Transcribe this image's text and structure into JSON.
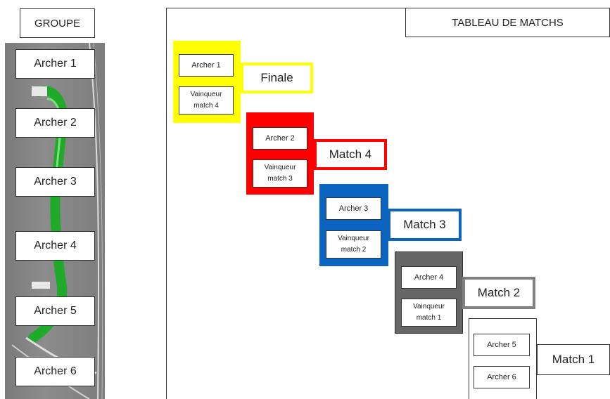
{
  "group": {
    "title": "GROUPE",
    "archers": [
      "Archer 1",
      "Archer 2",
      "Archer 3",
      "Archer 4",
      "Archer 5",
      "Archer 6"
    ]
  },
  "bracket": {
    "title": "TABLEAU DE MATCHS",
    "matches": [
      {
        "label": "Finale",
        "color": "#ffff00",
        "slot1": "Archer 1",
        "slot2a": "Vainqueur",
        "slot2b": "match 4"
      },
      {
        "label": "Match 4",
        "color": "#ff0000",
        "slot1": "Archer 2",
        "slot2a": "Vainqueur",
        "slot2b": "match 3"
      },
      {
        "label": "Match 3",
        "color": "#0a64c0",
        "slot1": "Archer 3",
        "slot2a": "Vainqueur",
        "slot2b": "match 2"
      },
      {
        "label": "Match 2",
        "color": "#666666",
        "slot1": "Archer 4",
        "slot2a": "Vainqueur",
        "slot2b": "match 1"
      },
      {
        "label": "Match 1",
        "color": "#ffffff",
        "slot1": "Archer 5",
        "slot2a": "Archer 6",
        "slot2b": ""
      }
    ]
  }
}
